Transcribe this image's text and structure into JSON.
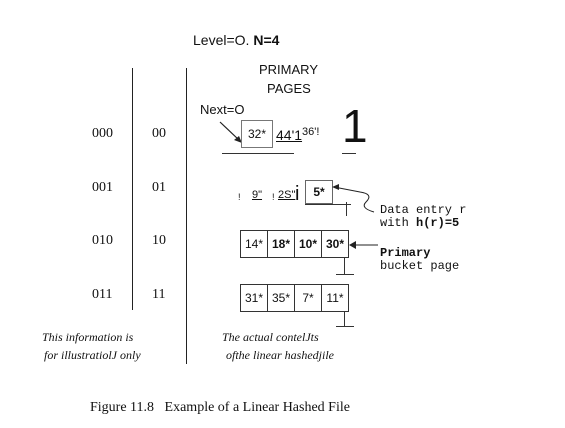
{
  "header": {
    "level_text": "Level=O.",
    "n_text": "N=4"
  },
  "primary_pages_label": {
    "line1": "PRIMARY",
    "line2": "PAGES"
  },
  "next_label": "Next=O",
  "hash_bits_3": [
    "000",
    "001",
    "010",
    "011"
  ],
  "hash_bits_2": [
    "00",
    "01",
    "10",
    "11"
  ],
  "buckets": [
    {
      "entries": [
        "32*",
        "44'1",
        "36'!"
      ]
    },
    {
      "entries": [
        "9\"",
        "2S\"",
        "5*"
      ]
    },
    {
      "entries": [
        "14*",
        "18*",
        "10*",
        "30*"
      ]
    },
    {
      "entries": [
        "31*",
        "35*",
        "7*",
        "11*"
      ]
    }
  ],
  "marks": {
    "big_one": "1",
    "bar_glyph": "|",
    "tick_1": "!",
    "tick_2": "!",
    "bar_i": "i"
  },
  "annotations": {
    "data_entry_line1": "Data entry r",
    "data_entry_line2_prefix": "with ",
    "data_entry_line2_code": "h(r)=5",
    "primary_bucket_line1": "Primary",
    "primary_bucket_line2": "bucket page"
  },
  "left_caption": {
    "line1": "This information is",
    "line2": "for illustratiolJ only"
  },
  "right_caption": {
    "line1": "The actual contelJts",
    "line2": "ofthe linear hashedjile"
  },
  "figure_caption": "Figure 11.8   Example of a Linear Hashed File"
}
